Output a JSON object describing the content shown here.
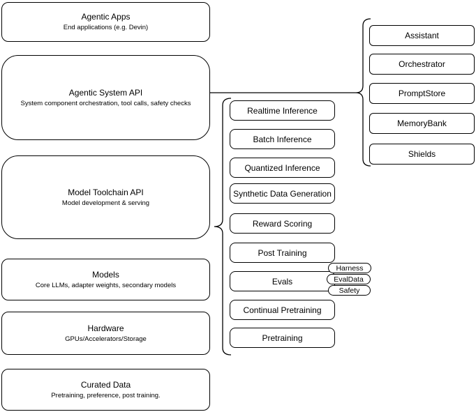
{
  "left_stack": {
    "items": [
      {
        "title": "Agentic Apps",
        "subtitle": "End applications (e.g. Devin)"
      },
      {
        "title": "Agentic System API",
        "subtitle": "System component orchestration, tool calls, safety checks"
      },
      {
        "title": "Model Toolchain API",
        "subtitle": "Model development & serving"
      },
      {
        "title": "Models",
        "subtitle": "Core LLMs, adapter weights, secondary models"
      },
      {
        "title": "Hardware",
        "subtitle": "GPUs/Accelerators/Storage"
      },
      {
        "title": "Curated Data",
        "subtitle": "Pretraining, preference, post training."
      }
    ]
  },
  "toolchain_components": {
    "items": [
      {
        "label": "Realtime Inference"
      },
      {
        "label": "Batch Inference"
      },
      {
        "label": "Quantized Inference"
      },
      {
        "label": "Synthetic Data Generation"
      },
      {
        "label": "Reward Scoring"
      },
      {
        "label": "Post Training"
      },
      {
        "label": "Evals"
      },
      {
        "label": "Continual Pretraining"
      },
      {
        "label": "Pretraining"
      }
    ],
    "evals_tags": [
      {
        "label": "Harness"
      },
      {
        "label": "EvalData"
      },
      {
        "label": "Safety"
      }
    ]
  },
  "system_components": {
    "items": [
      {
        "label": "Assistant"
      },
      {
        "label": "Orchestrator"
      },
      {
        "label": "PromptStore"
      },
      {
        "label": "MemoryBank"
      },
      {
        "label": "Shields"
      }
    ]
  },
  "colors": {
    "stroke": "#000000",
    "fill": "#ffffff",
    "text": "#000000",
    "background": "#ffffff"
  }
}
